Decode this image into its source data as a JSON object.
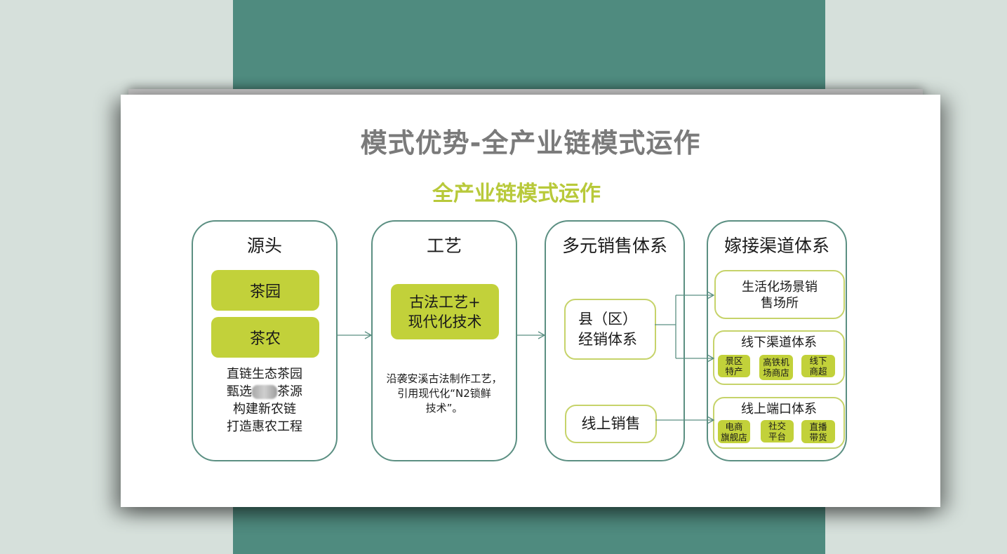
{
  "slide": {
    "title": "模式优势-全产业链模式运作",
    "subtitle": "全产业链模式运作"
  },
  "columns": [
    {
      "title": "源头",
      "boxes": [
        "茶园",
        "茶农"
      ],
      "description": [
        "直链生态茶园",
        "甄选",
        "茶源",
        "构建新农链",
        "打造惠农工程"
      ]
    },
    {
      "title": "工艺",
      "boxes": [
        "古法工艺+",
        "现代化技术"
      ],
      "description": [
        "沿袭安溪古法制作工艺，",
        "引用现代化“N2锁鲜",
        "技术”。"
      ]
    },
    {
      "title": "多元销售体系",
      "boxes": [
        {
          "line1": "县（区）",
          "line2": "经销体系"
        },
        {
          "line1": "线上销售"
        }
      ]
    },
    {
      "title": "嫁接渠道体系",
      "groups": [
        {
          "title_line1": "生活化场景销",
          "title_line2": "售场所"
        },
        {
          "title": "线下渠道体系",
          "items": [
            [
              "景区",
              "特产"
            ],
            [
              "高铁机",
              "场商店"
            ],
            [
              "线下",
              "商超"
            ]
          ]
        },
        {
          "title": "线上端口体系",
          "items": [
            [
              "电商",
              "旗舰店"
            ],
            [
              "社交",
              "平台"
            ],
            [
              "直播",
              "带货"
            ]
          ]
        }
      ]
    }
  ],
  "colors": {
    "background": "#d6e0db",
    "teal_band": "#4f8b7f",
    "title_gray": "#7a7a7a",
    "accent_green": "#c2d13a",
    "subtitle_green": "#b8c93a",
    "connector": "#5b8f82"
  }
}
